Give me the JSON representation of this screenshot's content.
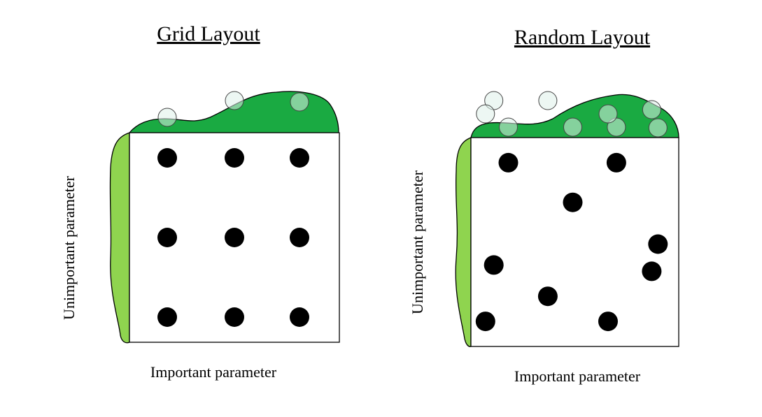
{
  "colors": {
    "top_distribution": "#1aaa42",
    "side_distribution": "#8fd44f",
    "sample_point": "#000000",
    "projection_fill": "#dff0ea"
  },
  "panels": [
    {
      "title": "Grid Layout",
      "xlabel": "Important parameter",
      "ylabel": "Unimportant parameter",
      "points": [
        {
          "important": 0.18,
          "unimportant": 0.88
        },
        {
          "important": 0.5,
          "unimportant": 0.88
        },
        {
          "important": 0.81,
          "unimportant": 0.88
        },
        {
          "important": 0.18,
          "unimportant": 0.5
        },
        {
          "important": 0.5,
          "unimportant": 0.5
        },
        {
          "important": 0.81,
          "unimportant": 0.5
        },
        {
          "important": 0.18,
          "unimportant": 0.12
        },
        {
          "important": 0.5,
          "unimportant": 0.12
        },
        {
          "important": 0.81,
          "unimportant": 0.12
        }
      ]
    },
    {
      "title": "Random Layout",
      "xlabel": "Important parameter",
      "ylabel": "Unimportant parameter",
      "points": [
        {
          "important": 0.18,
          "unimportant": 0.88
        },
        {
          "important": 0.7,
          "unimportant": 0.88
        },
        {
          "important": 0.49,
          "unimportant": 0.69
        },
        {
          "important": 0.9,
          "unimportant": 0.49
        },
        {
          "important": 0.87,
          "unimportant": 0.36
        },
        {
          "important": 0.11,
          "unimportant": 0.39
        },
        {
          "important": 0.37,
          "unimportant": 0.24
        },
        {
          "important": 0.07,
          "unimportant": 0.12
        },
        {
          "important": 0.66,
          "unimportant": 0.12
        }
      ]
    }
  ]
}
